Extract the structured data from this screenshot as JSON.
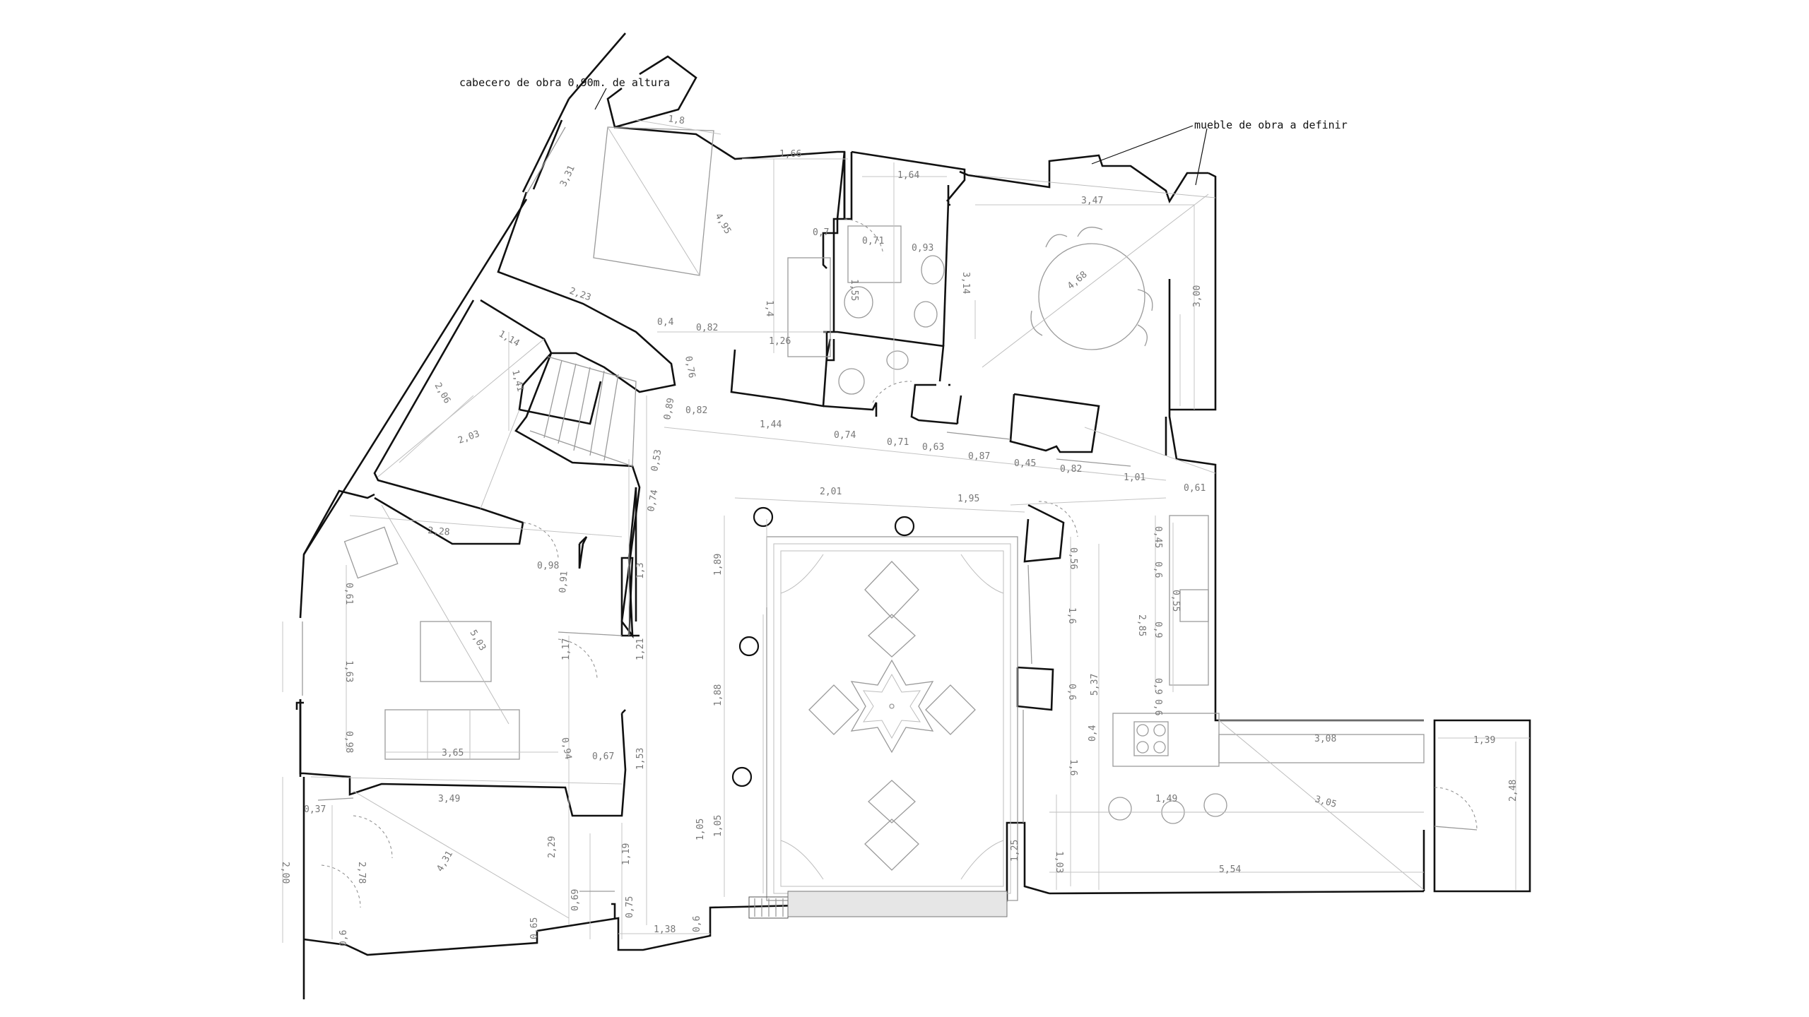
{
  "annotations": {
    "headboard_note": "cabecero de obra 0,90m. de altura",
    "furniture_note": "mueble de obra a definir"
  },
  "dimensions": [
    "1,8",
    "1,66",
    "1,64",
    "3,47",
    "3,31",
    "4,95",
    "2,23",
    "0,7",
    "0,71",
    "0,93",
    "1,55",
    "1,4",
    "3,14",
    "4,68",
    "3,00",
    "0,4",
    "0,82",
    "1,26",
    "0,76",
    "1,14",
    "1,41",
    "2,06",
    "2,03",
    "0,82",
    "1,44",
    "0,74",
    "0,71",
    "0,63",
    "0,87",
    "0,45",
    "0,82",
    "1,01",
    "0,61",
    "0,89",
    "0,53",
    "0,74",
    "2,01",
    "1,95",
    "2,28",
    "0,98",
    "0,91",
    "1,3",
    "1,89",
    "0,56",
    "0,45",
    "0,6",
    "2,85",
    "0,55",
    "0,9",
    "0,9",
    "1,6",
    "0,6",
    "5,37",
    "1,21",
    "1,17",
    "1,88",
    "5,03",
    "1,05",
    "1,63",
    "0,61",
    "0,98",
    "3,65",
    "0,94",
    "0,67",
    "1,53",
    "1,6",
    "3,08",
    "1,39",
    "3,49",
    "0,37",
    "2,78",
    "4,31",
    "2,29",
    "1,19",
    "1,05",
    "1,49",
    "3,05",
    "2,48",
    "1,03",
    "1,25",
    "5,54",
    "2,00",
    "0,69",
    "0,75",
    "1,38",
    "0,6",
    "0,65",
    "0,6",
    "0,4",
    "0,6"
  ]
}
